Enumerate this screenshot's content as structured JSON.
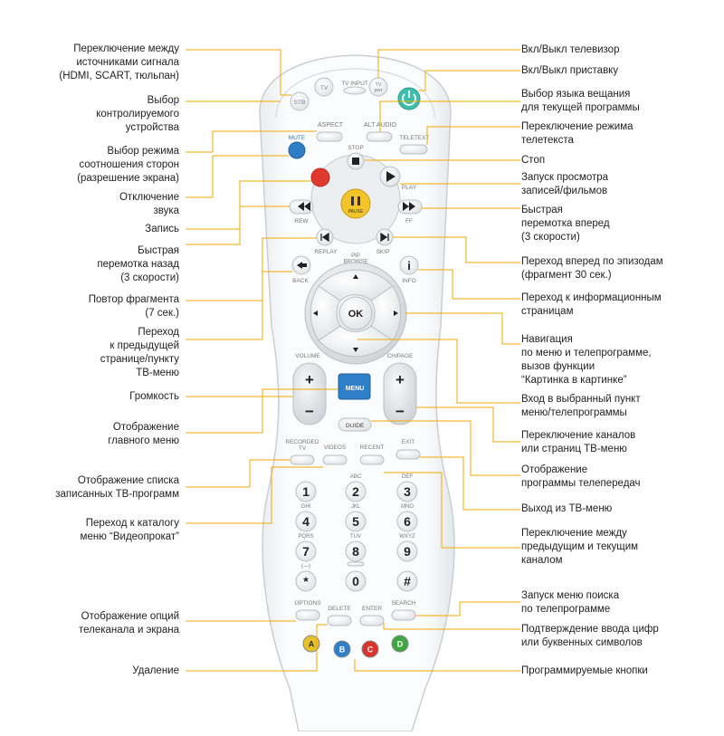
{
  "left_labels": [
    {
      "id": "source",
      "text": "Переключение между\nисточниками сигнала\n(HDMI, SCART, тюльпан)"
    },
    {
      "id": "device",
      "text": "Выбор\nконтролируемого\nустройства"
    },
    {
      "id": "aspect",
      "text": "Выбор режима\nсоотношения сторон\n(разрешение экрана)"
    },
    {
      "id": "mute",
      "text": "Отключение\nзвука"
    },
    {
      "id": "record",
      "text": "Запись"
    },
    {
      "id": "rew",
      "text": "Быстрая\nперемотка назад\n(3 скорости)"
    },
    {
      "id": "replay",
      "text": "Повтор фрагмента\n(7 сек.)"
    },
    {
      "id": "back",
      "text": "Переход\nк предыдущей\nстранице/пункту\nТВ-меню"
    },
    {
      "id": "volume",
      "text": "Громкость"
    },
    {
      "id": "menu",
      "text": "Отображение\nглавного меню"
    },
    {
      "id": "recorded",
      "text": "Отображение списка\nзаписанных ТВ-программ"
    },
    {
      "id": "videos",
      "text": "Переход к каталогу\nменю “Видеопрокат”"
    },
    {
      "id": "options",
      "text": "Отображение опций\nтелеканала и экрана"
    },
    {
      "id": "delete",
      "text": "Удаление"
    }
  ],
  "right_labels": [
    {
      "id": "tvpwr",
      "text": "Вкл/Выкл телевизор"
    },
    {
      "id": "stbpwr",
      "text": "Вкл/Выкл приставку"
    },
    {
      "id": "audio",
      "text": "Выбор языка вещания\nдля текущей программы"
    },
    {
      "id": "teletext",
      "text": "Переключение режима\nтелетекста"
    },
    {
      "id": "stop",
      "text": "Стоп"
    },
    {
      "id": "play",
      "text": "Запуск просмотра\nзаписей/фильмов"
    },
    {
      "id": "ff",
      "text": "Быстрая\nперемотка вперед\n(3 скорости)"
    },
    {
      "id": "skip",
      "text": "Переход вперед по эпизодам\n(фрагмент 30 сек.)"
    },
    {
      "id": "info",
      "text": "Переход к информационным\nстраницам"
    },
    {
      "id": "nav",
      "text": "Навигация\nпо меню и телепрограмме,\nвызов функции\n“Картинка в картинке”"
    },
    {
      "id": "ok",
      "text": "Вход в выбранный пункт\nменю/телепрограммы"
    },
    {
      "id": "chpage",
      "text": "Переключение каналов\nили страниц ТВ-меню"
    },
    {
      "id": "guide",
      "text": "Отображение\nпрограммы телепередач"
    },
    {
      "id": "exit",
      "text": "Выход из ТВ-меню"
    },
    {
      "id": "prevch",
      "text": "Переключение между\nпредыдущим и текущим\nканалом"
    },
    {
      "id": "search",
      "text": "Запуск меню поиска\nпо телепрограмме"
    },
    {
      "id": "enter",
      "text": "Подтверждение ввода цифр\nили буквенных символов"
    },
    {
      "id": "color",
      "text": "Программируемые кнопки"
    }
  ],
  "remote": {
    "top_buttons": [
      "STB",
      "TV",
      "TV INPUT",
      "TV pwr"
    ],
    "row2": [
      "MUTE",
      "ASPECT",
      "ALT AUDIO",
      "TELETEXT"
    ],
    "transport": {
      "stop": "STOP",
      "play": "PLAY",
      "rew": "REW",
      "ff": "FF",
      "pause": "PAUSE",
      "replay": "REPLAY",
      "skip": "SKIP"
    },
    "nav": {
      "back": "BACK",
      "info": "INFO",
      "pip": "PIP\nBROWSE",
      "ok": "OK"
    },
    "volume": "VOLUME",
    "chpage": "CH/PAGE",
    "menu": "MENU",
    "guide": "GUIDE",
    "func_row": [
      "RECORDED\nTV",
      "VIDEOS",
      "RECENT",
      "EXIT"
    ],
    "keys": [
      {
        "num": "1",
        "sub": ""
      },
      {
        "num": "2",
        "sub": "ABC"
      },
      {
        "num": "3",
        "sub": "DEF"
      },
      {
        "num": "4",
        "sub": "GHI"
      },
      {
        "num": "5",
        "sub": "JKL"
      },
      {
        "num": "6",
        "sub": "MNO"
      },
      {
        "num": "7",
        "sub": "PQRS"
      },
      {
        "num": "8",
        "sub": "TUV"
      },
      {
        "num": "9",
        "sub": "WXYZ"
      },
      {
        "num": "*",
        "sub": "(—)"
      },
      {
        "num": "0",
        "sub": ""
      },
      {
        "num": "#",
        "sub": ""
      }
    ],
    "bottom_row": [
      "OPTIONS",
      "DELETE",
      "ENTER",
      "SEARCH"
    ],
    "colors": [
      {
        "letter": "A",
        "color": "#e6c12a"
      },
      {
        "letter": "B",
        "color": "#2f7fc8"
      },
      {
        "letter": "C",
        "color": "#d8342b"
      },
      {
        "letter": "D",
        "color": "#3ba840"
      }
    ],
    "accent": "#f0a800"
  }
}
